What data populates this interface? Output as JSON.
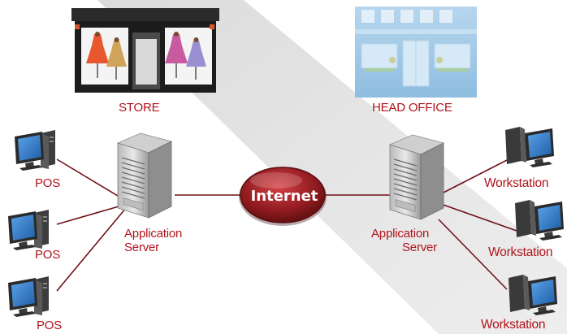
{
  "store": {
    "label": "STORE"
  },
  "head_office": {
    "label": "HEAD OFFICE"
  },
  "internet": {
    "label": "Internet"
  },
  "left_server": {
    "line1": "Application",
    "line2": "Server"
  },
  "right_server": {
    "line1": "Application",
    "line2": "Server"
  },
  "pos_terminals": [
    {
      "label": "POS"
    },
    {
      "label": "POS"
    },
    {
      "label": "POS"
    }
  ],
  "workstations": [
    {
      "label": "Workstation"
    },
    {
      "label": "Workstation"
    },
    {
      "label": "Workstation"
    }
  ],
  "colors": {
    "label_red": "#b0141c",
    "link_dark_red": "#6e1216",
    "internet_fill": "#8e1a1e",
    "background_band": "#e4e4e4",
    "office_blue": "#9fc6e4",
    "monitor_screen": "#2f79c4"
  }
}
